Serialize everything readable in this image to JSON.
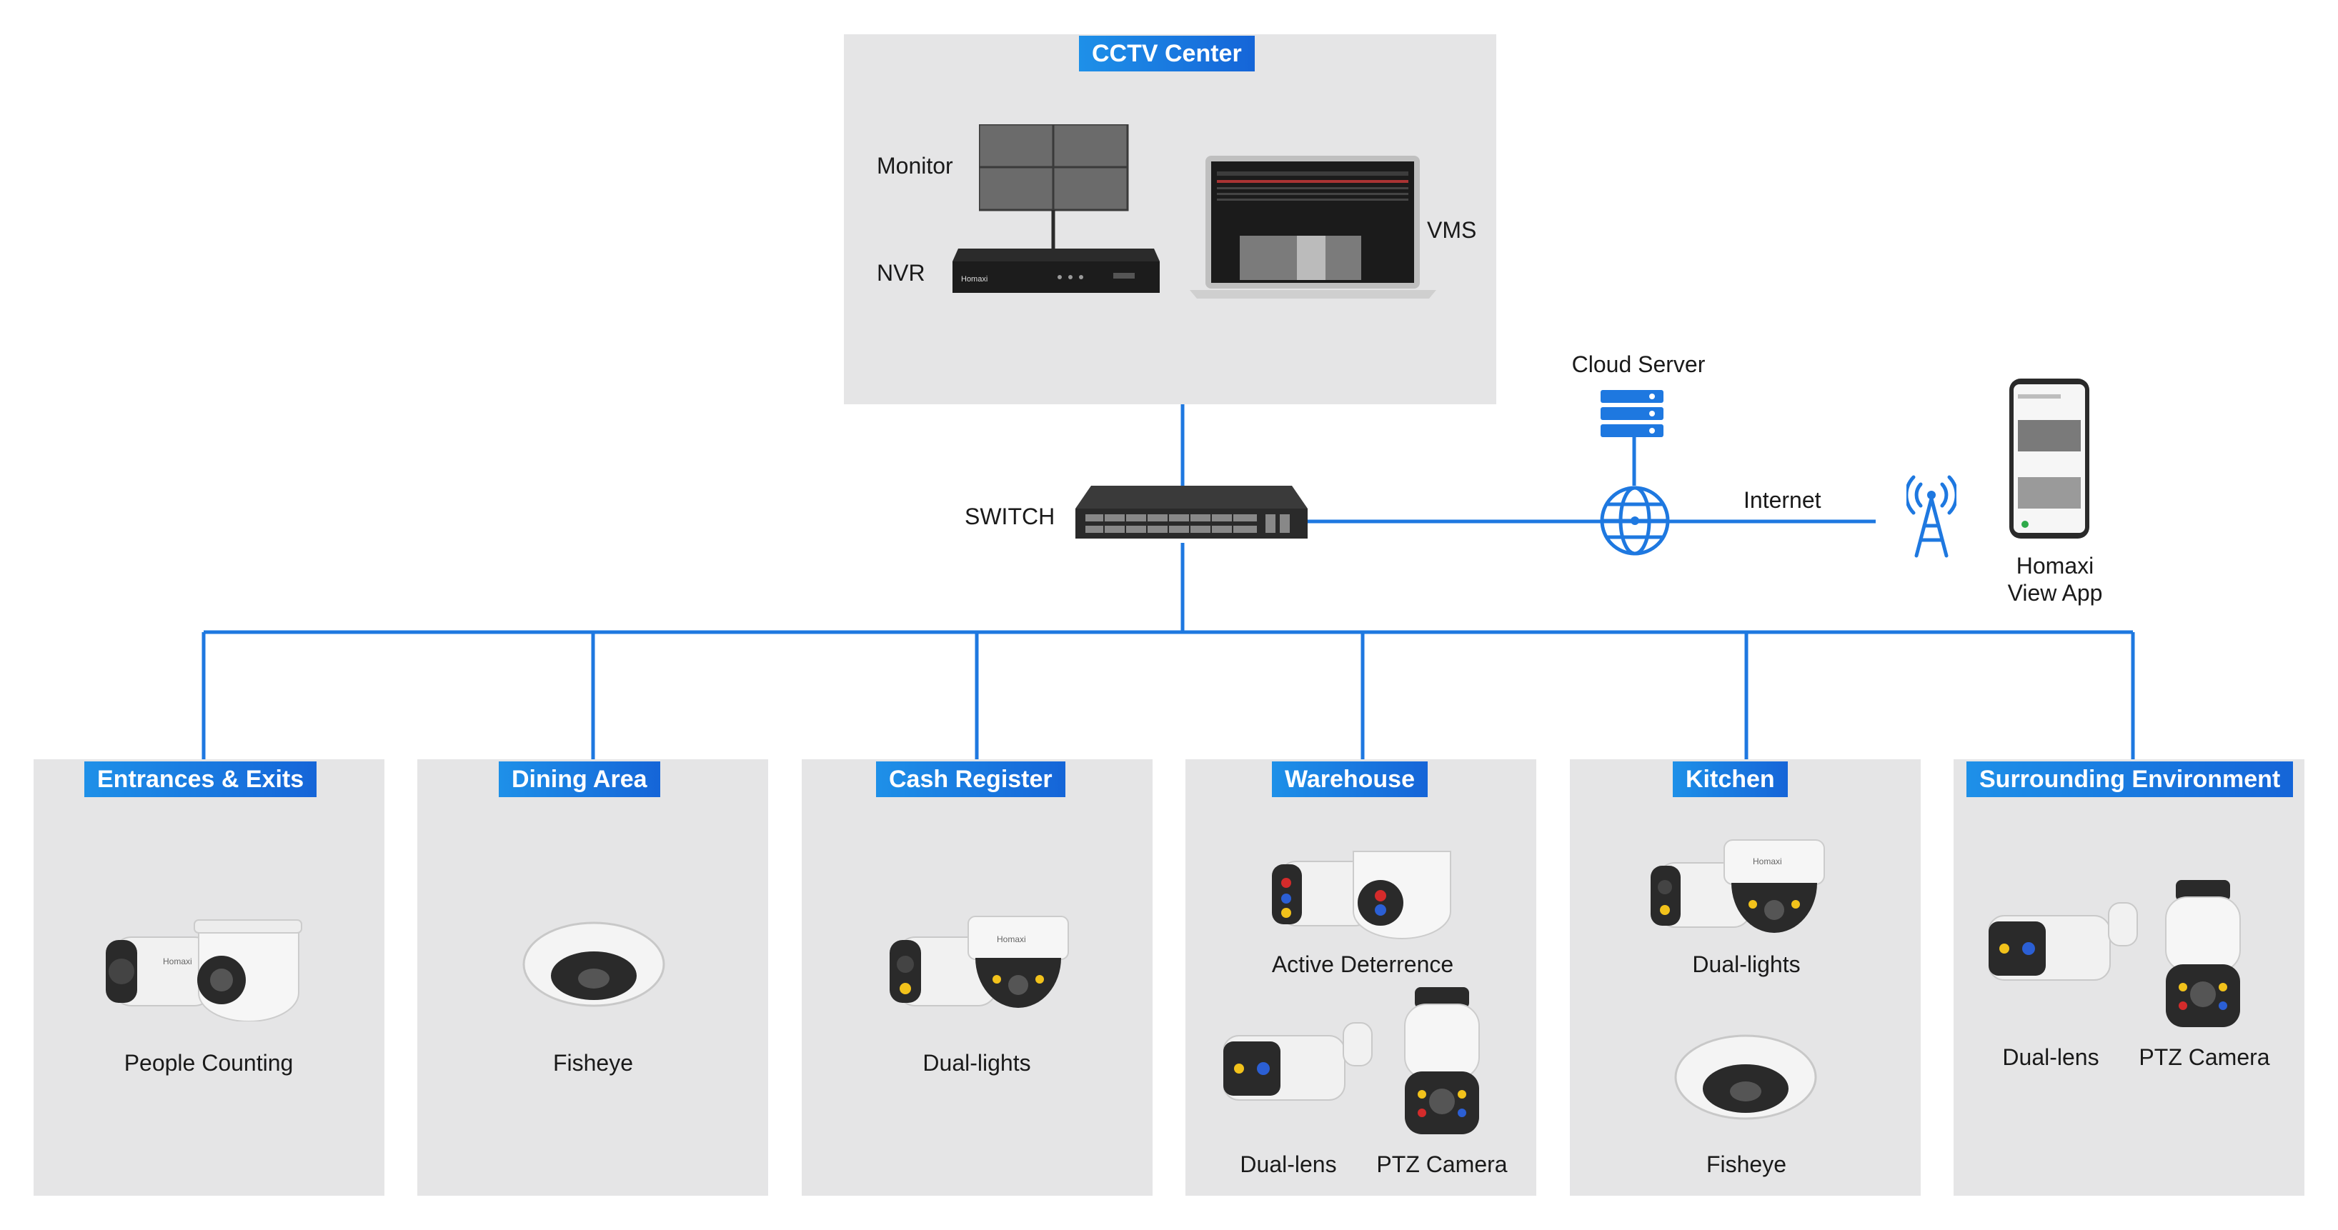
{
  "center": {
    "title": "CCTV Center",
    "monitor": "Monitor",
    "nvr": "NVR",
    "vms": "VMS"
  },
  "network": {
    "switch": "SWITCH",
    "cloud_server": "Cloud Server",
    "internet": "Internet",
    "app_line1": "Homaxi",
    "app_line2": "View App"
  },
  "areas": [
    {
      "title": "Entrances & Exits",
      "devices": [
        "People Counting"
      ]
    },
    {
      "title": "Dining Area",
      "devices": [
        "Fisheye"
      ]
    },
    {
      "title": "Cash Register",
      "devices": [
        "Dual-lights"
      ]
    },
    {
      "title": "Warehouse",
      "devices": [
        "Active Deterrence",
        "Dual-lens",
        "PTZ Camera"
      ]
    },
    {
      "title": "Kitchen",
      "devices": [
        "Dual-lights",
        "Fisheye"
      ]
    },
    {
      "title": "Surrounding Environment",
      "devices": [
        "Dual-lens",
        "PTZ Camera"
      ]
    }
  ],
  "brand_text": "Homaxi",
  "colors": {
    "line": "#1e78e0",
    "panel": "#e5e5e6",
    "tag_start": "#1e90e8",
    "tag_end": "#1565d8",
    "device_dark": "#2a2a2a",
    "device_light": "#f4f4f4"
  },
  "icons": [
    "monitor-wall-icon",
    "nvr-icon",
    "laptop-icon",
    "switch-icon",
    "server-icon",
    "globe-icon",
    "antenna-icon",
    "phone-icon",
    "bullet-camera-icon",
    "dome-camera-icon",
    "fisheye-camera-icon",
    "ptz-camera-icon",
    "dual-lens-camera-icon"
  ]
}
